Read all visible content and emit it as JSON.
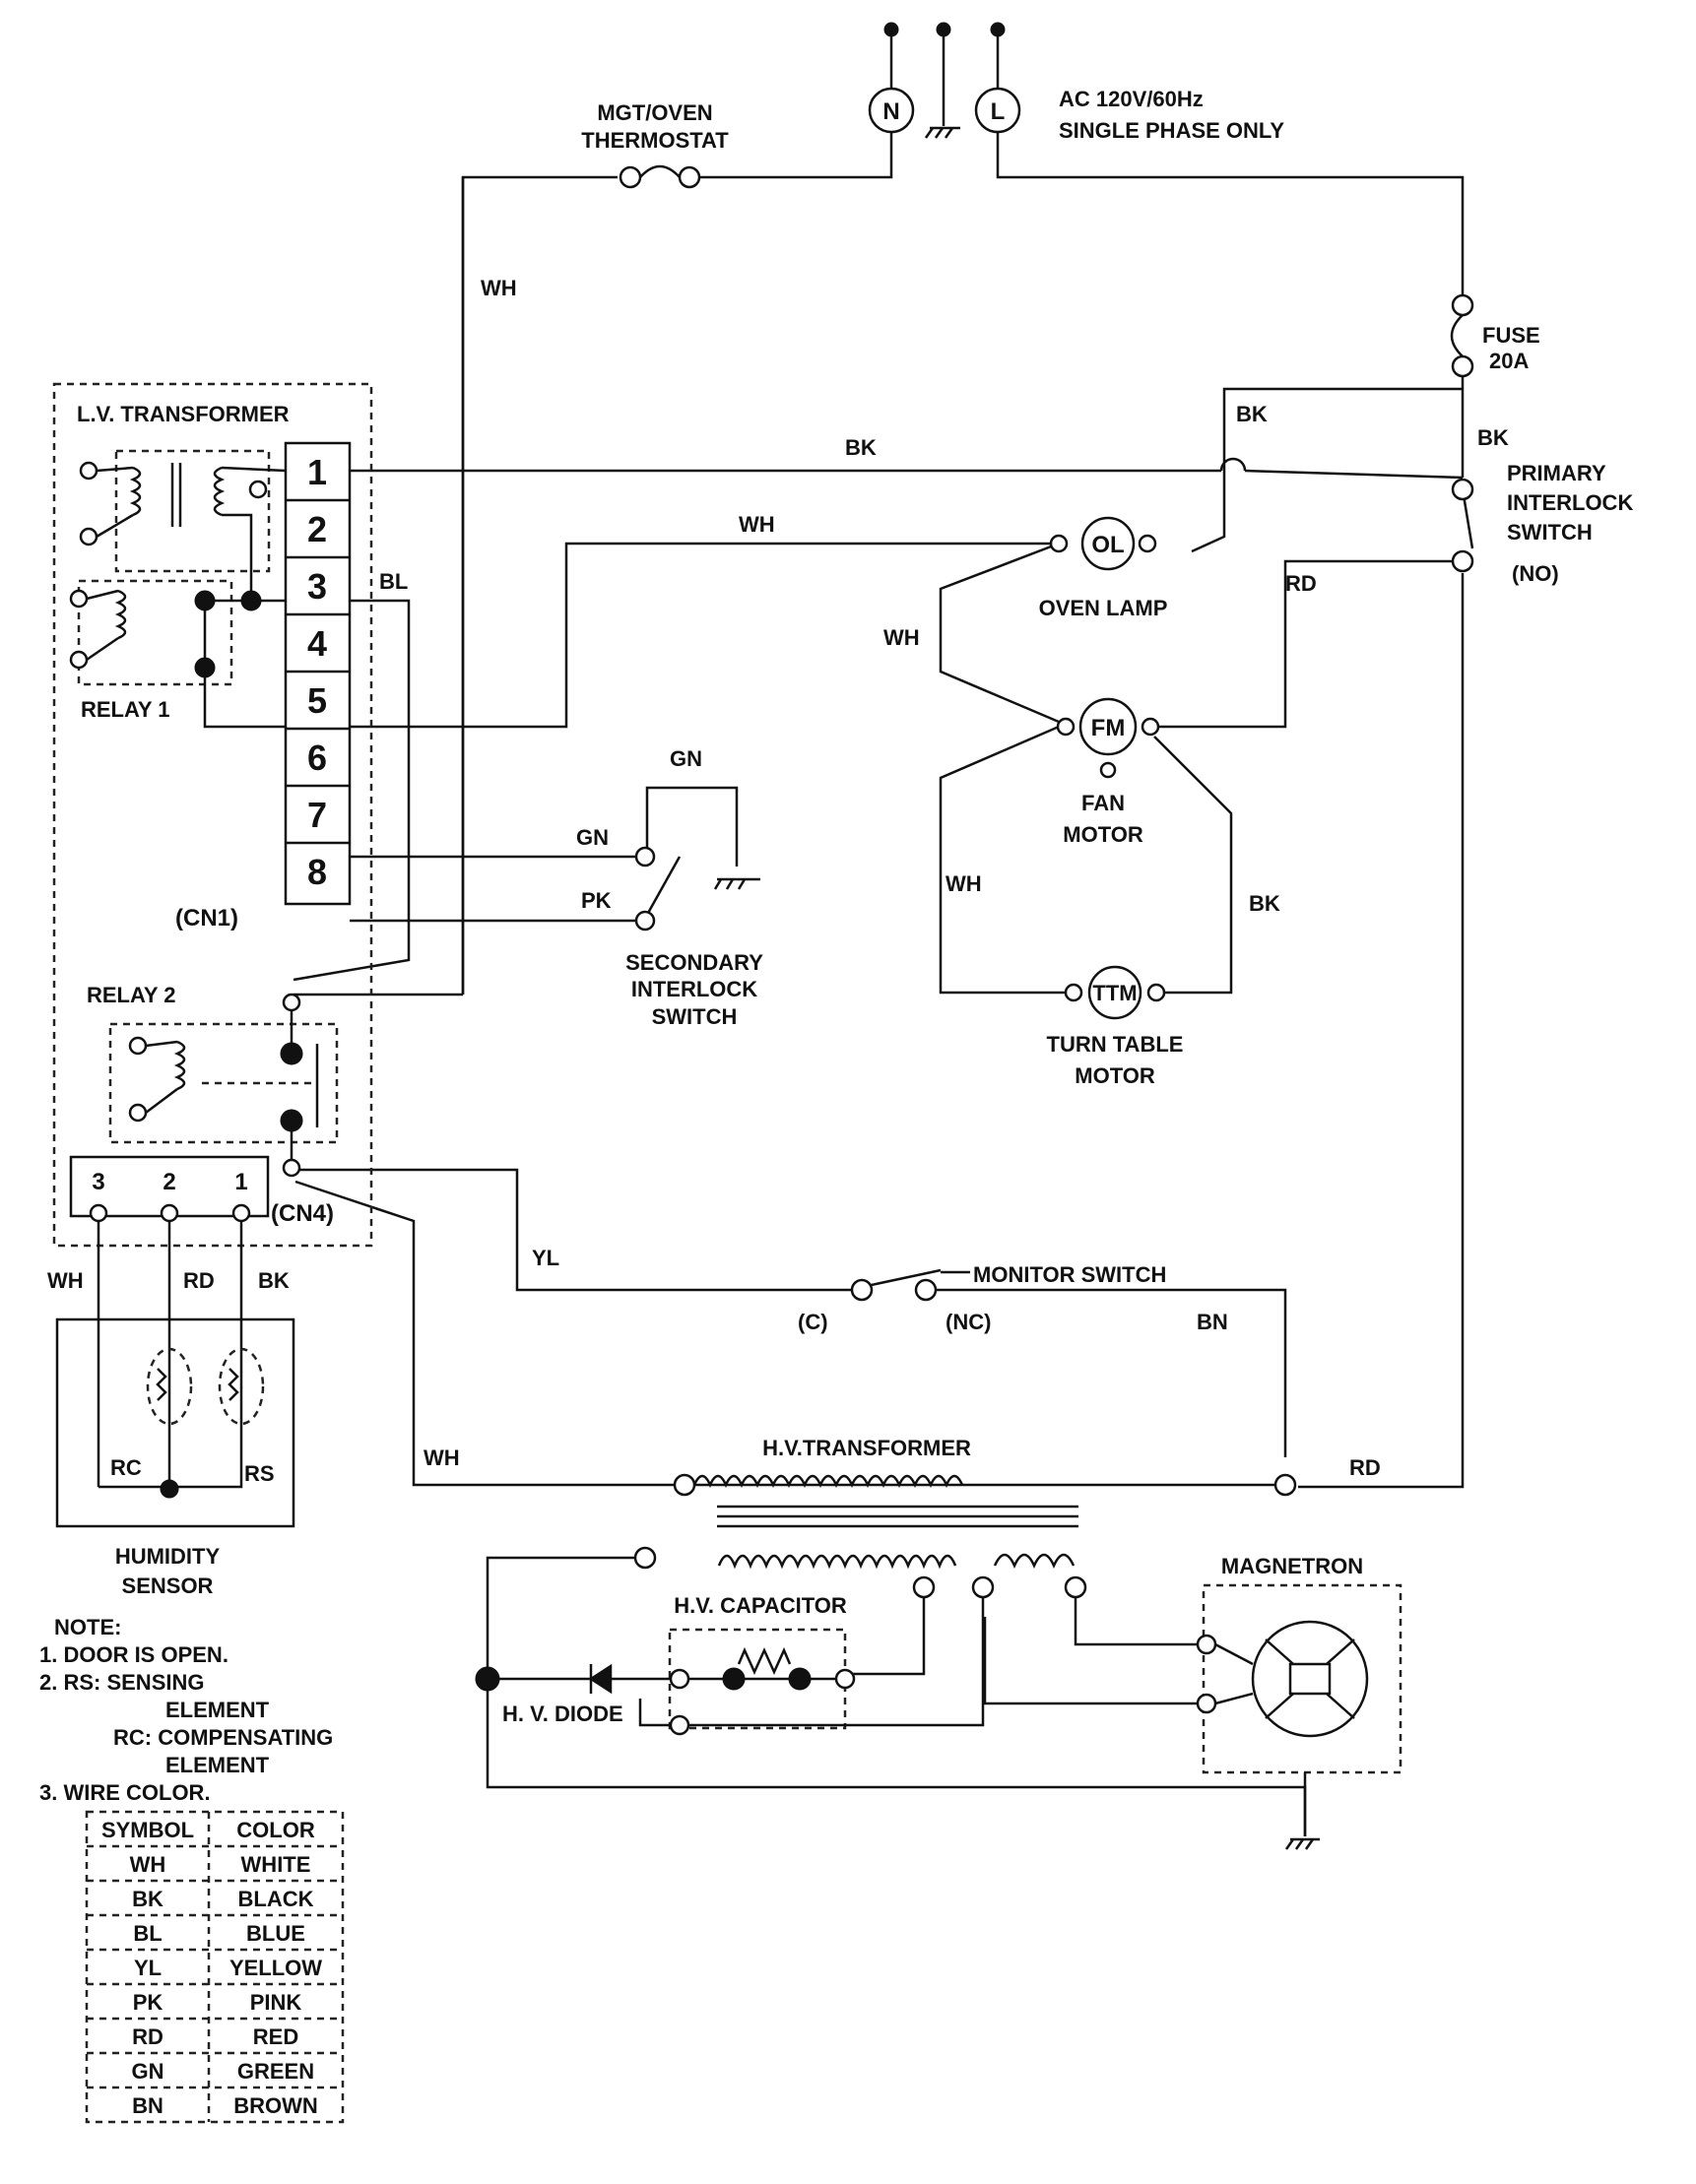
{
  "supply": {
    "neutral": "N",
    "line": "L",
    "spec_line1": "AC 120V/60Hz",
    "spec_line2": "SINGLE PHASE ONLY"
  },
  "thermostat": {
    "line1": "MGT/OVEN",
    "line2": "THERMOSTAT"
  },
  "fuse": {
    "line1": "FUSE",
    "line2": "20A"
  },
  "lv_transformer": {
    "title": "L.V. TRANSFORMER",
    "relay1": "RELAY 1",
    "relay2": "RELAY 2"
  },
  "cn1": {
    "label": "(CN1)",
    "pins": [
      "1",
      "2",
      "3",
      "4",
      "5",
      "6",
      "7",
      "8"
    ]
  },
  "cn4": {
    "label": "(CN4)",
    "pins": [
      "3",
      "2",
      "1"
    ]
  },
  "primary_switch": {
    "line1": "PRIMARY",
    "line2": "INTERLOCK",
    "line3": "SWITCH",
    "line4": "(NO)"
  },
  "secondary_switch": {
    "line1": "SECONDARY",
    "line2": "INTERLOCK",
    "line3": "SWITCH"
  },
  "oven_lamp": {
    "symbol": "OL",
    "label": "OVEN LAMP"
  },
  "fan_motor": {
    "symbol": "FM",
    "line1": "FAN",
    "line2": "MOTOR"
  },
  "turntable_motor": {
    "symbol": "TTM",
    "line1": "TURN TABLE",
    "line2": "MOTOR"
  },
  "monitor_switch": {
    "label": "MONITOR SWITCH",
    "c": "(C)",
    "nc": "(NC)"
  },
  "hv_transformer": {
    "label": "H.V.TRANSFORMER"
  },
  "hv_capacitor": {
    "label": "H.V. CAPACITOR"
  },
  "hv_diode": {
    "label": "H. V. DIODE"
  },
  "magnetron": {
    "label": "MAGNETRON"
  },
  "humidity_sensor": {
    "line1": "HUMIDITY",
    "line2": "SENSOR",
    "rc": "RC",
    "rs": "RS"
  },
  "wires": {
    "wh": "WH",
    "bk": "BK",
    "bl": "BL",
    "rd": "RD",
    "gn": "GN",
    "pk": "PK",
    "yl": "YL",
    "bn": "BN"
  },
  "note": {
    "title": "NOTE:",
    "l1": "1. DOOR IS OPEN.",
    "l2": "2. RS: SENSING",
    "l3": "ELEMENT",
    "l4": "RC: COMPENSATING",
    "l5": "ELEMENT",
    "l6": "3. WIRE COLOR."
  },
  "color_table": {
    "headers": [
      "SYMBOL",
      "COLOR"
    ],
    "rows": [
      [
        "WH",
        "WHITE"
      ],
      [
        "BK",
        "BLACK"
      ],
      [
        "BL",
        "BLUE"
      ],
      [
        "YL",
        "YELLOW"
      ],
      [
        "PK",
        "PINK"
      ],
      [
        "RD",
        "RED"
      ],
      [
        "GN",
        "GREEN"
      ],
      [
        "BN",
        "BROWN"
      ]
    ]
  }
}
